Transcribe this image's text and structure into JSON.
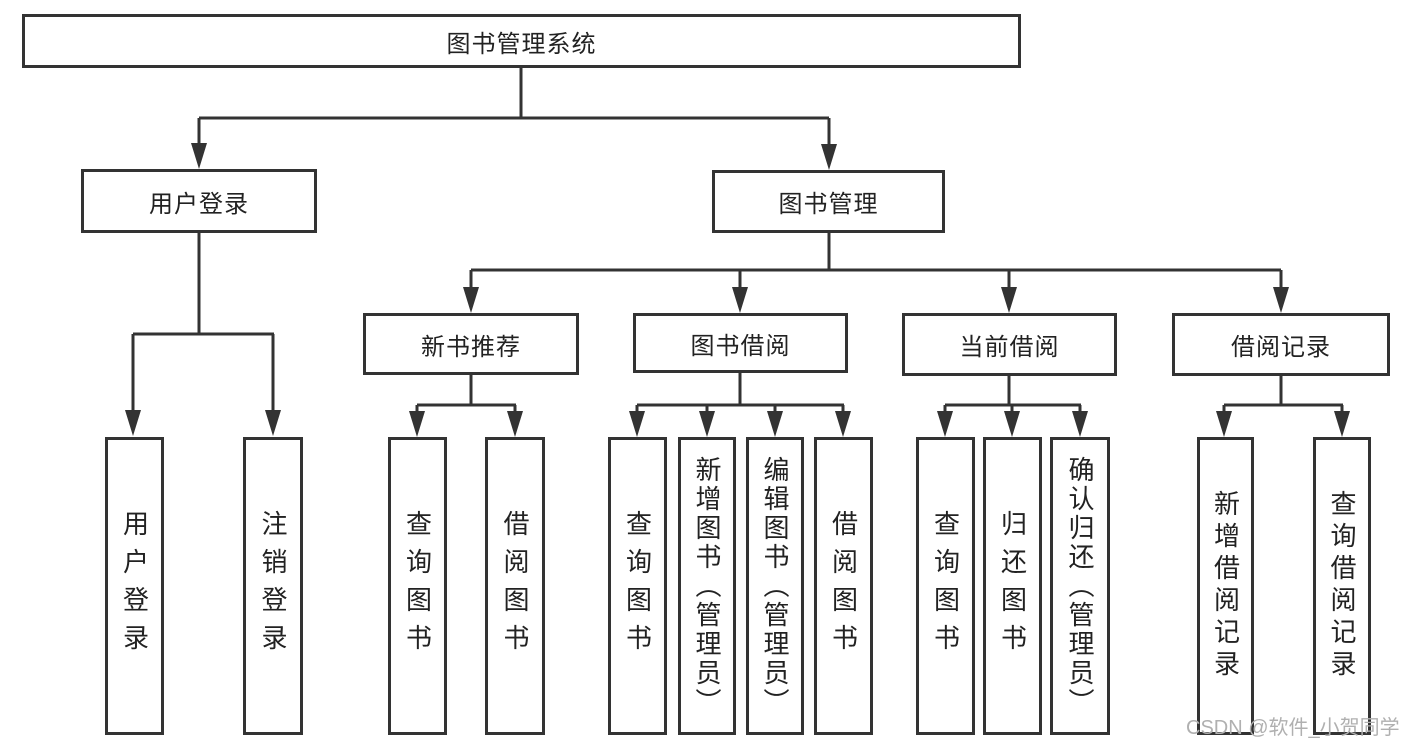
{
  "tree": {
    "label": "图书管理系统",
    "children": [
      {
        "label": "用户登录",
        "children": [
          {
            "label": "用户登录"
          },
          {
            "label": "注销登录"
          }
        ]
      },
      {
        "label": "图书管理",
        "children": [
          {
            "label": "新书推荐",
            "children": [
              {
                "label": "查询图书"
              },
              {
                "label": "借阅图书"
              }
            ]
          },
          {
            "label": "图书借阅",
            "children": [
              {
                "label": "查询图书"
              },
              {
                "label": "新增图书（管理员）"
              },
              {
                "label": "编辑图书（管理员）"
              },
              {
                "label": "借阅图书"
              }
            ]
          },
          {
            "label": "当前借阅",
            "children": [
              {
                "label": "查询图书"
              },
              {
                "label": "归还图书"
              },
              {
                "label": "确认归还（管理员）"
              }
            ]
          },
          {
            "label": "借阅记录",
            "children": [
              {
                "label": "新增借阅记录"
              },
              {
                "label": "查询借阅记录"
              }
            ]
          }
        ]
      }
    ]
  },
  "watermark": "CSDN @软件_小贺同学",
  "colors": {
    "line": "#333333",
    "text": "#222222",
    "watermark": "#b0b0b0",
    "background": "#ffffff"
  }
}
